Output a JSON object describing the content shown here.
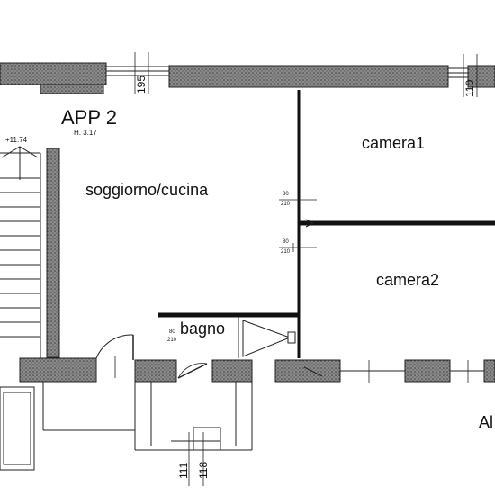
{
  "plan": {
    "unit_label": "APP 2",
    "unit_height": "H. 3.17",
    "stair_level": "+11.74",
    "rooms": {
      "living_kitchen": "soggiorno/cucina",
      "bedroom1": "camera1",
      "bedroom2": "camera2",
      "bathroom": "bagno"
    },
    "door_tags": {
      "door1_width": "80",
      "door1_height": "210",
      "door2_width": "80",
      "door2_height": "210",
      "door3_width": "80",
      "door3_height": "210"
    },
    "dimensions": {
      "dim_top_left": "195",
      "dim_top_right": "110",
      "dim_bottom_a": "111",
      "dim_bottom_b": "118"
    },
    "edge_text": "Al"
  }
}
